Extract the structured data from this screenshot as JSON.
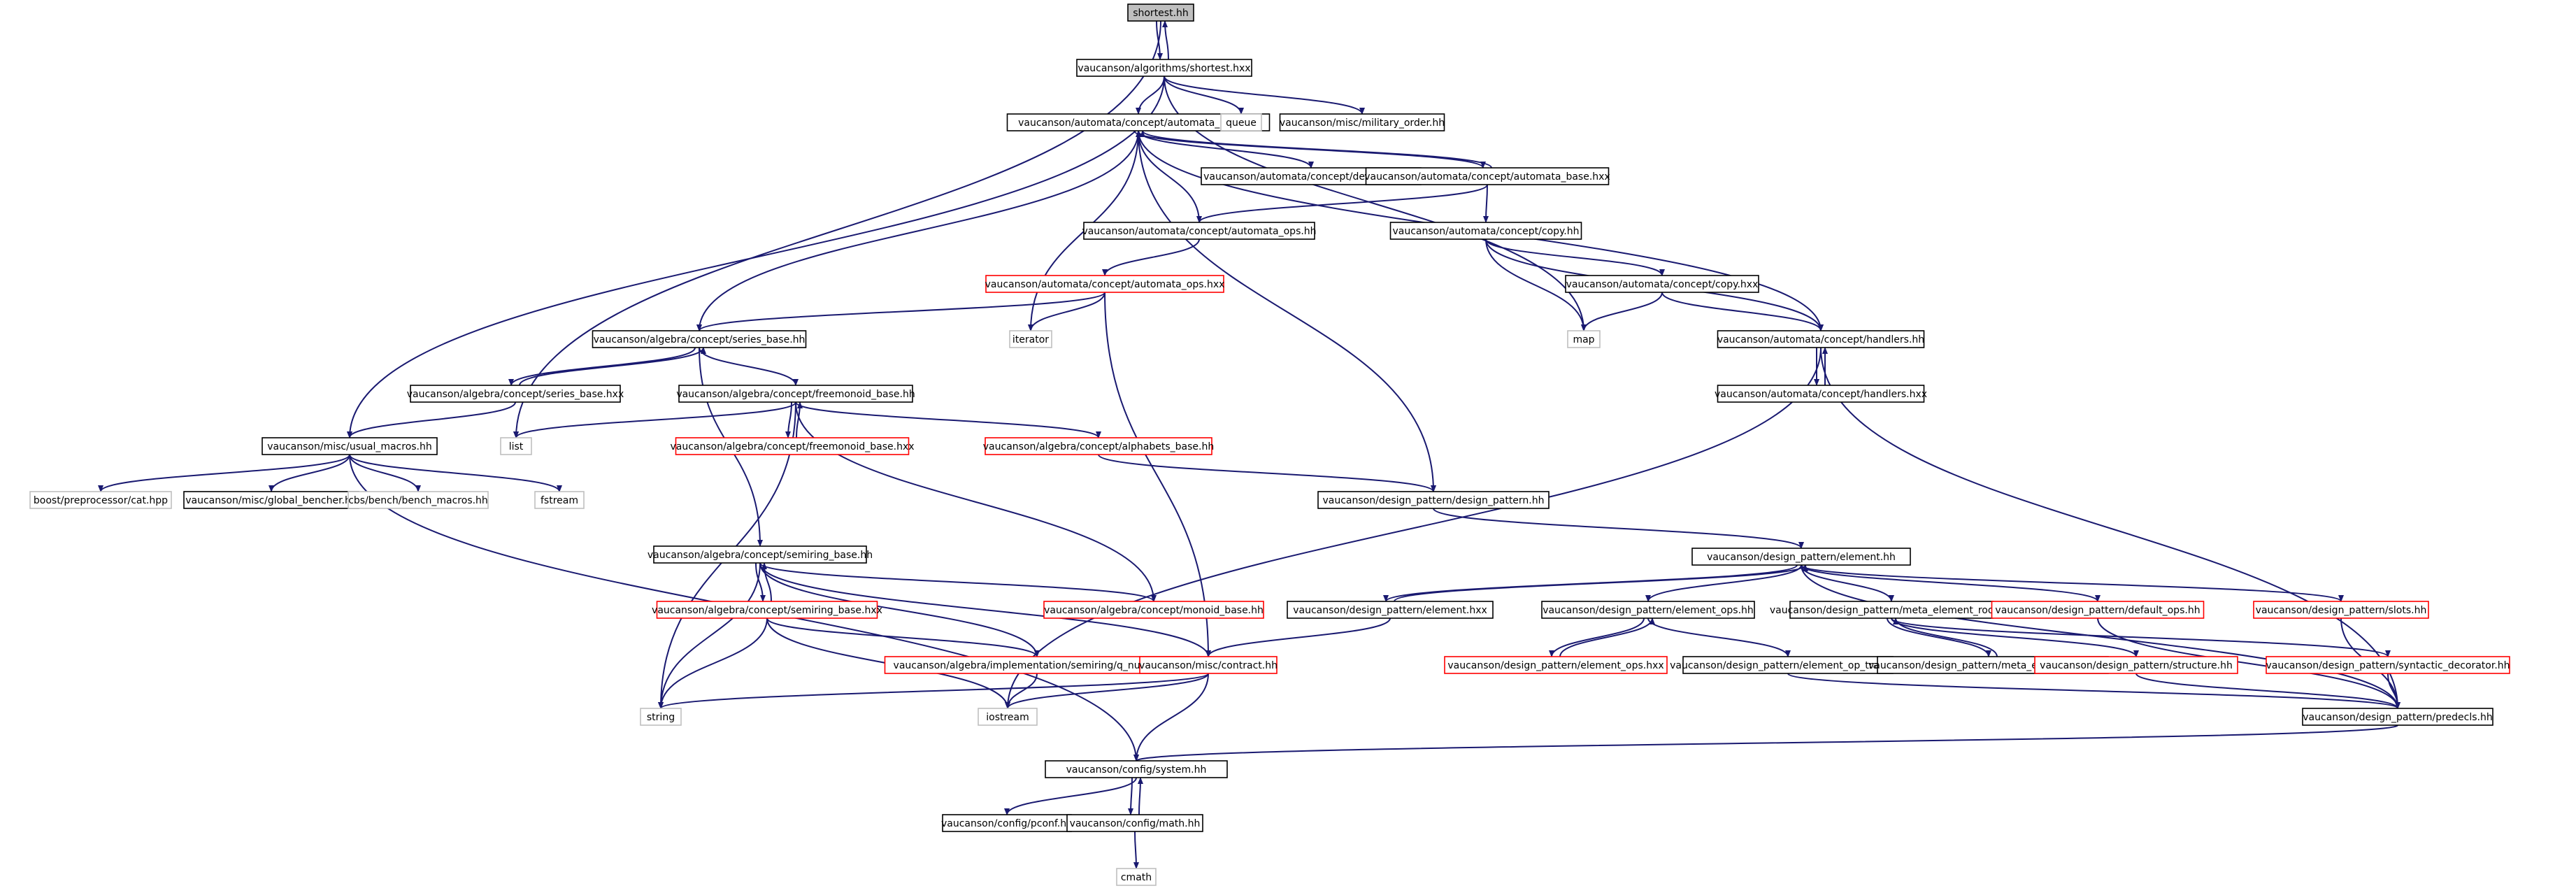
{
  "graph": {
    "title": "shortest.hh",
    "colors": {
      "edge": "#191970",
      "root_fill": "#bfbfbf",
      "normal_border": "#000000",
      "truncated_border": "#ff0000",
      "external_border": "#bfbfbf",
      "text": "#000000"
    },
    "nodes": [
      {
        "id": "n0",
        "label": "shortest.hh",
        "kind": "root"
      },
      {
        "id": "n1",
        "label": "vaucanson/algorithms/shortest.hxx",
        "kind": "normal"
      },
      {
        "id": "n2",
        "label": "vaucanson/automata/concept/automata_base.hh",
        "kind": "normal"
      },
      {
        "id": "n3",
        "label": "queue",
        "kind": "external"
      },
      {
        "id": "n4",
        "label": "vaucanson/misc/military_order.hh",
        "kind": "normal"
      },
      {
        "id": "n5",
        "label": "vaucanson/automata/concept/delta_kind.hh",
        "kind": "normal"
      },
      {
        "id": "n6",
        "label": "vaucanson/automata/concept/automata_base.hxx",
        "kind": "normal"
      },
      {
        "id": "n7",
        "label": "vaucanson/automata/concept/automata_ops.hh",
        "kind": "normal"
      },
      {
        "id": "n8",
        "label": "vaucanson/automata/concept/copy.hh",
        "kind": "normal"
      },
      {
        "id": "n9",
        "label": "vaucanson/automata/concept/automata_ops.hxx",
        "kind": "truncated"
      },
      {
        "id": "n10",
        "label": "vaucanson/automata/concept/copy.hxx",
        "kind": "normal"
      },
      {
        "id": "n11",
        "label": "vaucanson/algebra/concept/series_base.hh",
        "kind": "normal"
      },
      {
        "id": "n12",
        "label": "iterator",
        "kind": "external"
      },
      {
        "id": "n13",
        "label": "map",
        "kind": "external"
      },
      {
        "id": "n14",
        "label": "vaucanson/automata/concept/handlers.hh",
        "kind": "normal"
      },
      {
        "id": "n15",
        "label": "vaucanson/algebra/concept/series_base.hxx",
        "kind": "normal"
      },
      {
        "id": "n16",
        "label": "vaucanson/algebra/concept/freemonoid_base.hh",
        "kind": "normal"
      },
      {
        "id": "n17",
        "label": "vaucanson/automata/concept/handlers.hxx",
        "kind": "normal"
      },
      {
        "id": "n18",
        "label": "vaucanson/misc/usual_macros.hh",
        "kind": "normal"
      },
      {
        "id": "n19",
        "label": "list",
        "kind": "external"
      },
      {
        "id": "n20",
        "label": "vaucanson/algebra/concept/freemonoid_base.hxx",
        "kind": "truncated"
      },
      {
        "id": "n21",
        "label": "vaucanson/algebra/concept/alphabets_base.hh",
        "kind": "truncated"
      },
      {
        "id": "n22",
        "label": "boost/preprocessor/cat.hpp",
        "kind": "external"
      },
      {
        "id": "n23",
        "label": "vaucanson/misc/global_bencher.hh",
        "kind": "normal"
      },
      {
        "id": "n24",
        "label": "cbs/bench/bench_macros.hh",
        "kind": "external"
      },
      {
        "id": "n25",
        "label": "fstream",
        "kind": "external"
      },
      {
        "id": "n26",
        "label": "vaucanson/design_pattern/design_pattern.hh",
        "kind": "normal"
      },
      {
        "id": "n27",
        "label": "vaucanson/design_pattern/element.hh",
        "kind": "normal"
      },
      {
        "id": "n28",
        "label": "vaucanson/algebra/concept/semiring_base.hh",
        "kind": "normal"
      },
      {
        "id": "n29",
        "label": "vaucanson/algebra/concept/monoid_base.hh",
        "kind": "truncated"
      },
      {
        "id": "n30",
        "label": "vaucanson/design_pattern/element.hxx",
        "kind": "normal"
      },
      {
        "id": "n31",
        "label": "vaucanson/design_pattern/element_ops.hh",
        "kind": "normal"
      },
      {
        "id": "n32",
        "label": "vaucanson/design_pattern/meta_element_root.hh",
        "kind": "normal"
      },
      {
        "id": "n33",
        "label": "vaucanson/design_pattern/default_ops.hh",
        "kind": "truncated"
      },
      {
        "id": "n34",
        "label": "vaucanson/design_pattern/slots.hh",
        "kind": "truncated"
      },
      {
        "id": "n35",
        "label": "vaucanson/algebra/concept/semiring_base.hxx",
        "kind": "truncated"
      },
      {
        "id": "n36",
        "label": "vaucanson/algebra/implementation/semiring/q_number.hh",
        "kind": "truncated"
      },
      {
        "id": "n37",
        "label": "vaucanson/misc/contract.hh",
        "kind": "truncated"
      },
      {
        "id": "n38",
        "label": "vaucanson/design_pattern/element_ops.hxx",
        "kind": "truncated"
      },
      {
        "id": "n39",
        "label": "vaucanson/design_pattern/element_op_traits.hh",
        "kind": "normal"
      },
      {
        "id": "n40",
        "label": "vaucanson/design_pattern/meta_element_root.hxx",
        "kind": "normal"
      },
      {
        "id": "n41",
        "label": "vaucanson/design_pattern/structure.hh",
        "kind": "truncated"
      },
      {
        "id": "n42",
        "label": "vaucanson/design_pattern/syntactic_decorator.hh",
        "kind": "truncated"
      },
      {
        "id": "n43",
        "label": "string",
        "kind": "external"
      },
      {
        "id": "n44",
        "label": "iostream",
        "kind": "external"
      },
      {
        "id": "n45",
        "label": "vaucanson/design_pattern/predecls.hh",
        "kind": "normal"
      },
      {
        "id": "n46",
        "label": "vaucanson/config/system.hh",
        "kind": "normal"
      },
      {
        "id": "n47",
        "label": "vaucanson/config/pconf.hh",
        "kind": "normal"
      },
      {
        "id": "n48",
        "label": "vaucanson/config/math.hh",
        "kind": "normal"
      },
      {
        "id": "n49",
        "label": "cmath",
        "kind": "external"
      }
    ],
    "edges": [
      [
        "n0",
        "n1"
      ],
      [
        "n1",
        "n0"
      ],
      [
        "n0",
        "n19"
      ],
      [
        "n1",
        "n2"
      ],
      [
        "n1",
        "n3"
      ],
      [
        "n1",
        "n4"
      ],
      [
        "n1",
        "n13"
      ],
      [
        "n1",
        "n18"
      ],
      [
        "n2",
        "n5"
      ],
      [
        "n2",
        "n6"
      ],
      [
        "n6",
        "n2"
      ],
      [
        "n2",
        "n12"
      ],
      [
        "n2",
        "n11"
      ],
      [
        "n2",
        "n26"
      ],
      [
        "n2",
        "n14"
      ],
      [
        "n6",
        "n7"
      ],
      [
        "n6",
        "n8"
      ],
      [
        "n7",
        "n2"
      ],
      [
        "n7",
        "n9"
      ],
      [
        "n8",
        "n10"
      ],
      [
        "n8",
        "n13"
      ],
      [
        "n8",
        "n14"
      ],
      [
        "n10",
        "n13"
      ],
      [
        "n10",
        "n14"
      ],
      [
        "n9",
        "n11"
      ],
      [
        "n9",
        "n12"
      ],
      [
        "n9",
        "n37"
      ],
      [
        "n11",
        "n15"
      ],
      [
        "n15",
        "n11"
      ],
      [
        "n11",
        "n16"
      ],
      [
        "n11",
        "n28"
      ],
      [
        "n14",
        "n17"
      ],
      [
        "n17",
        "n14"
      ],
      [
        "n14",
        "n44"
      ],
      [
        "n14",
        "n45"
      ],
      [
        "n15",
        "n18"
      ],
      [
        "n16",
        "n20"
      ],
      [
        "n20",
        "n16"
      ],
      [
        "n16",
        "n21"
      ],
      [
        "n16",
        "n19"
      ],
      [
        "n16",
        "n29"
      ],
      [
        "n16",
        "n43"
      ],
      [
        "n18",
        "n22"
      ],
      [
        "n18",
        "n23"
      ],
      [
        "n18",
        "n24"
      ],
      [
        "n18",
        "n25"
      ],
      [
        "n18",
        "n46"
      ],
      [
        "n21",
        "n26"
      ],
      [
        "n26",
        "n27"
      ],
      [
        "n27",
        "n30"
      ],
      [
        "n30",
        "n27"
      ],
      [
        "n27",
        "n31"
      ],
      [
        "n27",
        "n32"
      ],
      [
        "n27",
        "n33"
      ],
      [
        "n27",
        "n34"
      ],
      [
        "n27",
        "n45"
      ],
      [
        "n28",
        "n35"
      ],
      [
        "n35",
        "n28"
      ],
      [
        "n28",
        "n29"
      ],
      [
        "n28",
        "n36"
      ],
      [
        "n28",
        "n37"
      ],
      [
        "n28",
        "n43"
      ],
      [
        "n35",
        "n36"
      ],
      [
        "n35",
        "n43"
      ],
      [
        "n35",
        "n44"
      ],
      [
        "n36",
        "n44"
      ],
      [
        "n37",
        "n43"
      ],
      [
        "n37",
        "n44"
      ],
      [
        "n37",
        "n46"
      ],
      [
        "n30",
        "n37"
      ],
      [
        "n31",
        "n38"
      ],
      [
        "n38",
        "n31"
      ],
      [
        "n31",
        "n39"
      ],
      [
        "n32",
        "n40"
      ],
      [
        "n40",
        "n32"
      ],
      [
        "n32",
        "n41"
      ],
      [
        "n32",
        "n42"
      ],
      [
        "n33",
        "n45"
      ],
      [
        "n34",
        "n45"
      ],
      [
        "n39",
        "n45"
      ],
      [
        "n41",
        "n45"
      ],
      [
        "n42",
        "n45"
      ],
      [
        "n45",
        "n46"
      ],
      [
        "n46",
        "n47"
      ],
      [
        "n46",
        "n48"
      ],
      [
        "n48",
        "n46"
      ],
      [
        "n48",
        "n49"
      ]
    ]
  }
}
